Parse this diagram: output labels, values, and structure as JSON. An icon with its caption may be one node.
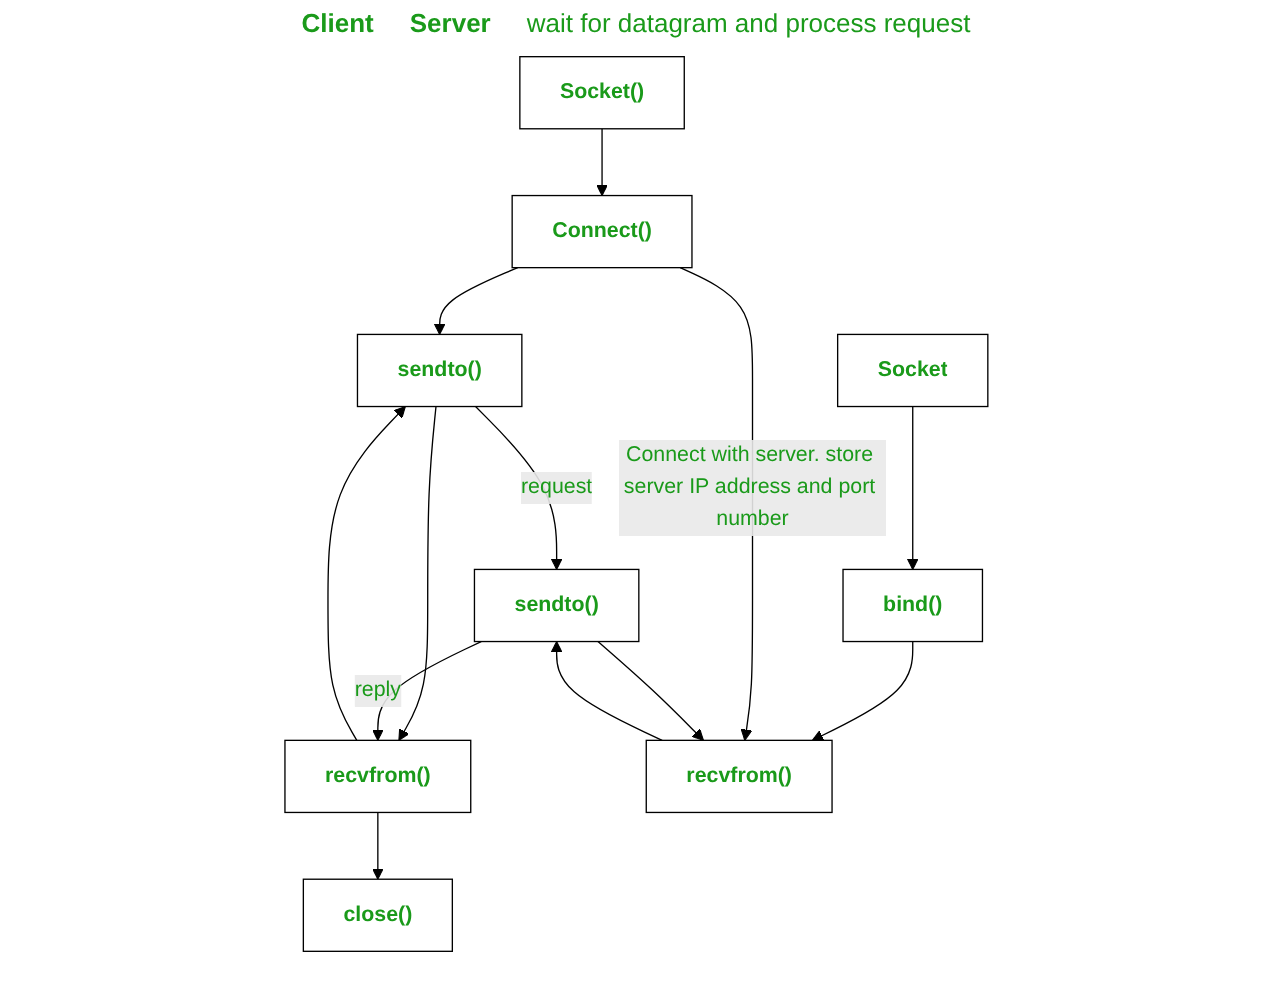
{
  "diagram": {
    "nodes": [
      {
        "text": [
          "Socket()"
        ]
      },
      {
        "text": [
          "Connect()"
        ]
      },
      {
        "text": [
          "sendto()"
        ]
      },
      {
        "text": [
          "recvfrom()"
        ]
      },
      {
        "text": [
          "close()"
        ]
      },
      {
        "text": [
          "Socket"
        ]
      },
      {
        "text": [
          "bind()"
        ]
      },
      {
        "text": [
          "recvfrom()"
        ]
      },
      {
        "text": [
          "sendto()"
        ]
      }
    ],
    "edges": [
      {
        "from": 0,
        "to": 1,
        "arrow": "to"
      },
      {
        "from": 1,
        "to": 2,
        "arrow": "to"
      },
      {
        "from": 2,
        "to": 3,
        "arrow": "to"
      },
      {
        "from": 3,
        "to": 4,
        "arrow": "to"
      },
      {
        "from": 3,
        "to": 2,
        "arrow": "to"
      },
      {
        "from": 5,
        "to": 6,
        "arrow": "to"
      },
      {
        "from": 6,
        "to": 7,
        "arrow": "to"
      },
      {
        "from": 1,
        "to": 7,
        "arrow": "to",
        "label": "Connect with server. store server IP address and port number"
      },
      {
        "from": 7,
        "to": 8,
        "arrow": "to"
      },
      {
        "from": 8,
        "to": 7,
        "arrow": "to"
      },
      {
        "from": 2,
        "to": 8,
        "arrow": "to",
        "label": "request"
      },
      {
        "from": 8,
        "to": 3,
        "arrow": "to",
        "label": "reply"
      }
    ],
    "labels": [
      "Client",
      "Server",
      "wait for datagram and process request"
    ]
  }
}
